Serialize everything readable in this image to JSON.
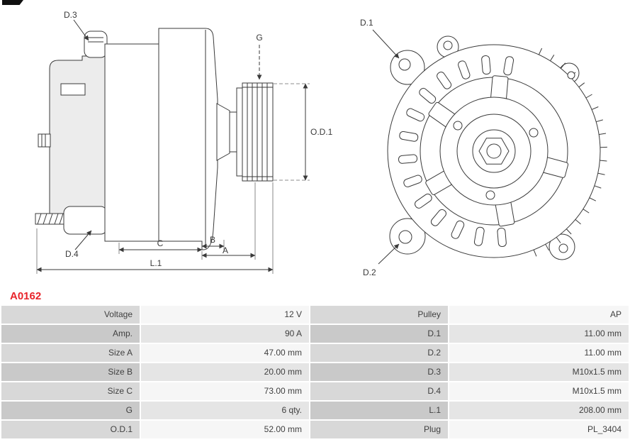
{
  "part_number": "A0162",
  "colors": {
    "part_number_red": "#e8232a",
    "drawing_line": "#3a3a3a",
    "label_cell_odd": "#d8d8d8",
    "label_cell_even": "#c9c9c9",
    "value_cell_odd": "#f6f6f6",
    "value_cell_even": "#e5e5e5"
  },
  "diagram": {
    "labels": {
      "d1": "D.1",
      "d2": "D.2",
      "d3": "D.3",
      "d4": "D.4",
      "g": "G",
      "od1": "O.D.1",
      "a": "A",
      "b": "B",
      "c": "C",
      "l1": "L.1"
    }
  },
  "table": {
    "rows": [
      {
        "label_left": "Voltage",
        "value_left": "12 V",
        "label_right": "Pulley",
        "value_right": "AP"
      },
      {
        "label_left": "Amp.",
        "value_left": "90 A",
        "label_right": "D.1",
        "value_right": "11.00 mm"
      },
      {
        "label_left": "Size A",
        "value_left": "47.00 mm",
        "label_right": "D.2",
        "value_right": "11.00 mm"
      },
      {
        "label_left": "Size B",
        "value_left": "20.00 mm",
        "label_right": "D.3",
        "value_right": "M10x1.5 mm"
      },
      {
        "label_left": "Size C",
        "value_left": "73.00 mm",
        "label_right": "D.4",
        "value_right": "M10x1.5 mm"
      },
      {
        "label_left": "G",
        "value_left": "6 qty.",
        "label_right": "L.1",
        "value_right": "208.00 mm"
      },
      {
        "label_left": "O.D.1",
        "value_left": "52.00 mm",
        "label_right": "Plug",
        "value_right": "PL_3404"
      }
    ]
  }
}
